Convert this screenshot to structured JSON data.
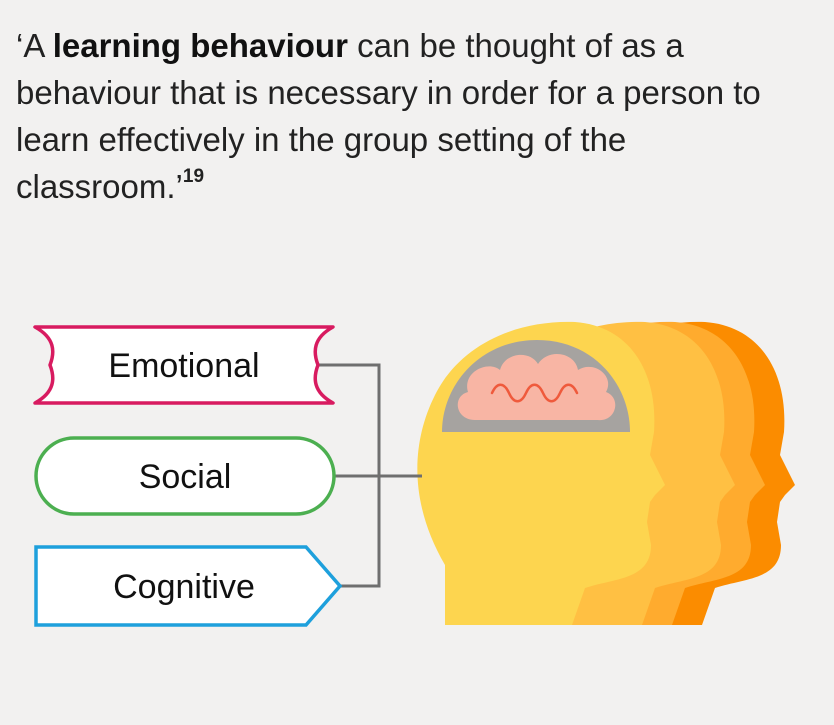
{
  "quote": {
    "open_mark": "‘A ",
    "bold_term": "learning behaviour",
    "rest": " can be thought of as a behaviour that is necessary in order for a person to learn effectively in the group setting of the classroom.’",
    "footnote": "19"
  },
  "categories": [
    {
      "label": "Emotional",
      "color": "#d81b60",
      "shape": "ribbon"
    },
    {
      "label": "Social",
      "color": "#4caf50",
      "shape": "pill"
    },
    {
      "label": "Cognitive",
      "color": "#1ea0dc",
      "shape": "arrow"
    }
  ],
  "illustration": {
    "icon": "head-silhouettes-with-brain-icon",
    "colors": {
      "head_front": "#fdd54f",
      "head_2": "#ffc043",
      "head_3": "#ffab2e",
      "head_back": "#fb8c00",
      "brain_cavity": "#a6a3a0",
      "brain": "#f8b5a4",
      "brain_squiggle": "#ef5a3c"
    },
    "connector_color": "#6f6f6f"
  }
}
